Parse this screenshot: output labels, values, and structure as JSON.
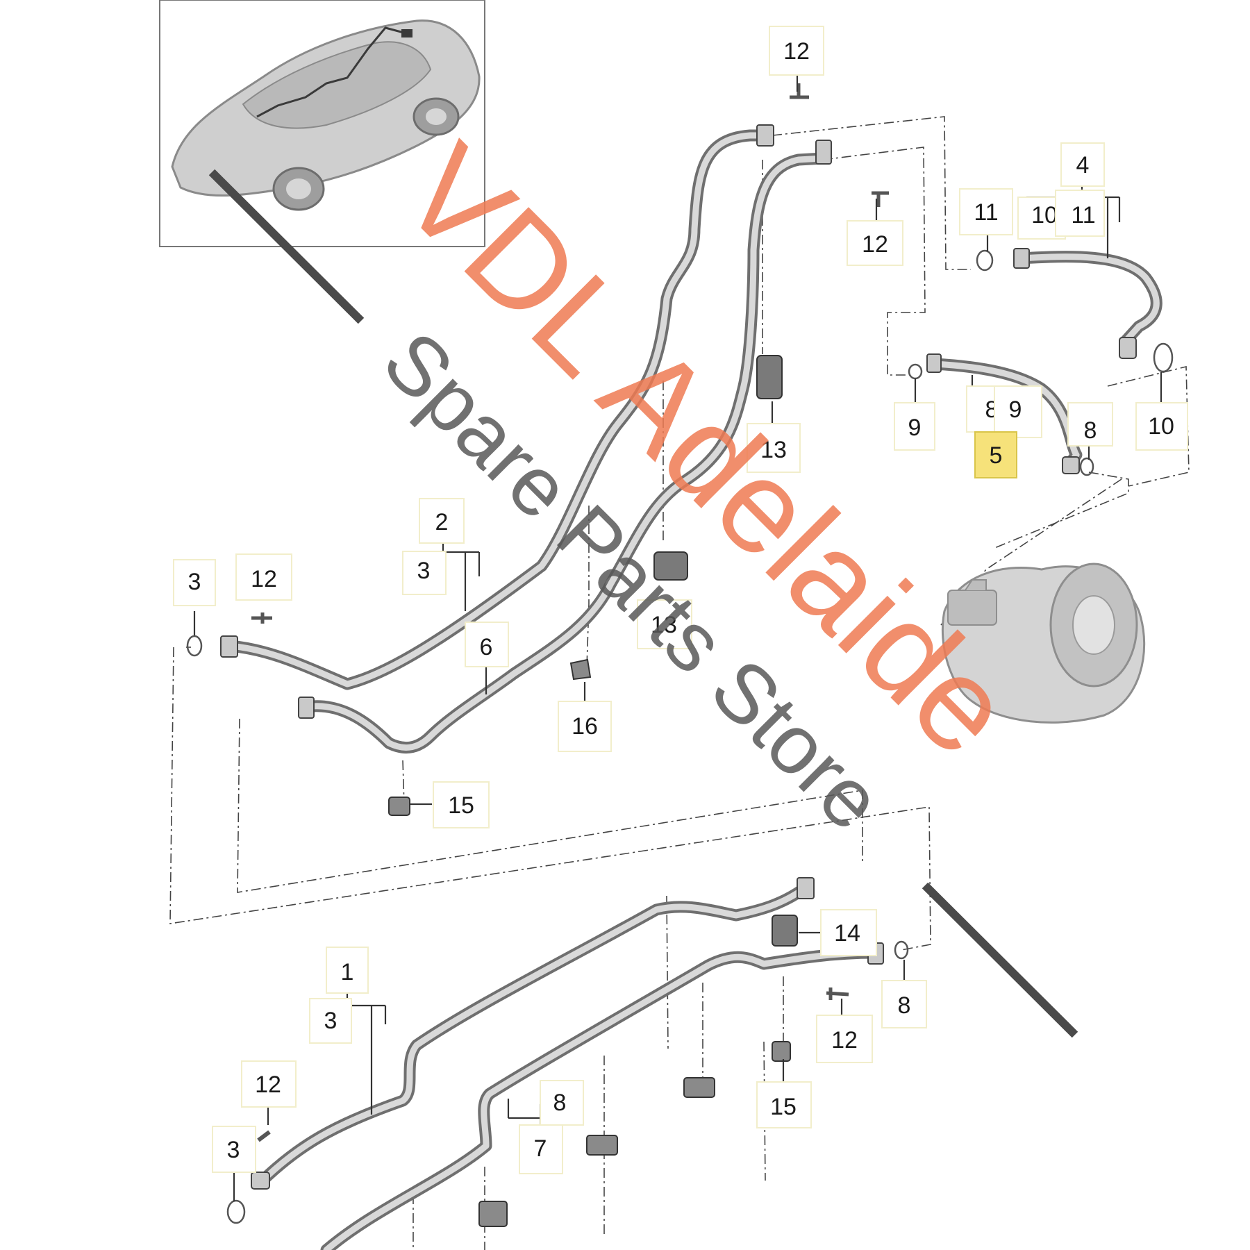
{
  "callouts": [
    {
      "id": "c-12-top",
      "label": "12"
    },
    {
      "id": "c-4",
      "label": "4"
    },
    {
      "id": "c-11a",
      "label": "11"
    },
    {
      "id": "c-10a",
      "label": "10"
    },
    {
      "id": "c-11b",
      "label": "11"
    },
    {
      "id": "c-12-mid",
      "label": "12"
    },
    {
      "id": "c-9a",
      "label": "9"
    },
    {
      "id": "c-8a",
      "label": "8"
    },
    {
      "id": "c-9b",
      "label": "9"
    },
    {
      "id": "c-5",
      "label": "5"
    },
    {
      "id": "c-8b",
      "label": "8"
    },
    {
      "id": "c-10b",
      "label": "10"
    },
    {
      "id": "c-13a",
      "label": "13"
    },
    {
      "id": "c-2",
      "label": "2"
    },
    {
      "id": "c-3a",
      "label": "3"
    },
    {
      "id": "c-3b",
      "label": "3"
    },
    {
      "id": "c-12-left",
      "label": "12"
    },
    {
      "id": "c-13b",
      "label": "13"
    },
    {
      "id": "c-6",
      "label": "6"
    },
    {
      "id": "c-16",
      "label": "16"
    },
    {
      "id": "c-15a",
      "label": "15"
    },
    {
      "id": "c-14",
      "label": "14"
    },
    {
      "id": "c-1",
      "label": "1"
    },
    {
      "id": "c-3c",
      "label": "3"
    },
    {
      "id": "c-8c",
      "label": "8"
    },
    {
      "id": "c-12-low",
      "label": "12"
    },
    {
      "id": "c-12-bl",
      "label": "12"
    },
    {
      "id": "c-3d",
      "label": "3"
    },
    {
      "id": "c-8d",
      "label": "8"
    },
    {
      "id": "c-7",
      "label": "7"
    },
    {
      "id": "c-15b",
      "label": "15"
    }
  ],
  "highlight_color": "#f6e27a",
  "watermark": {
    "line1": "VDL Adelaide",
    "line2": "Spare Parts Store",
    "line1_color": "#ef7a52",
    "line2_color": "#585858"
  }
}
